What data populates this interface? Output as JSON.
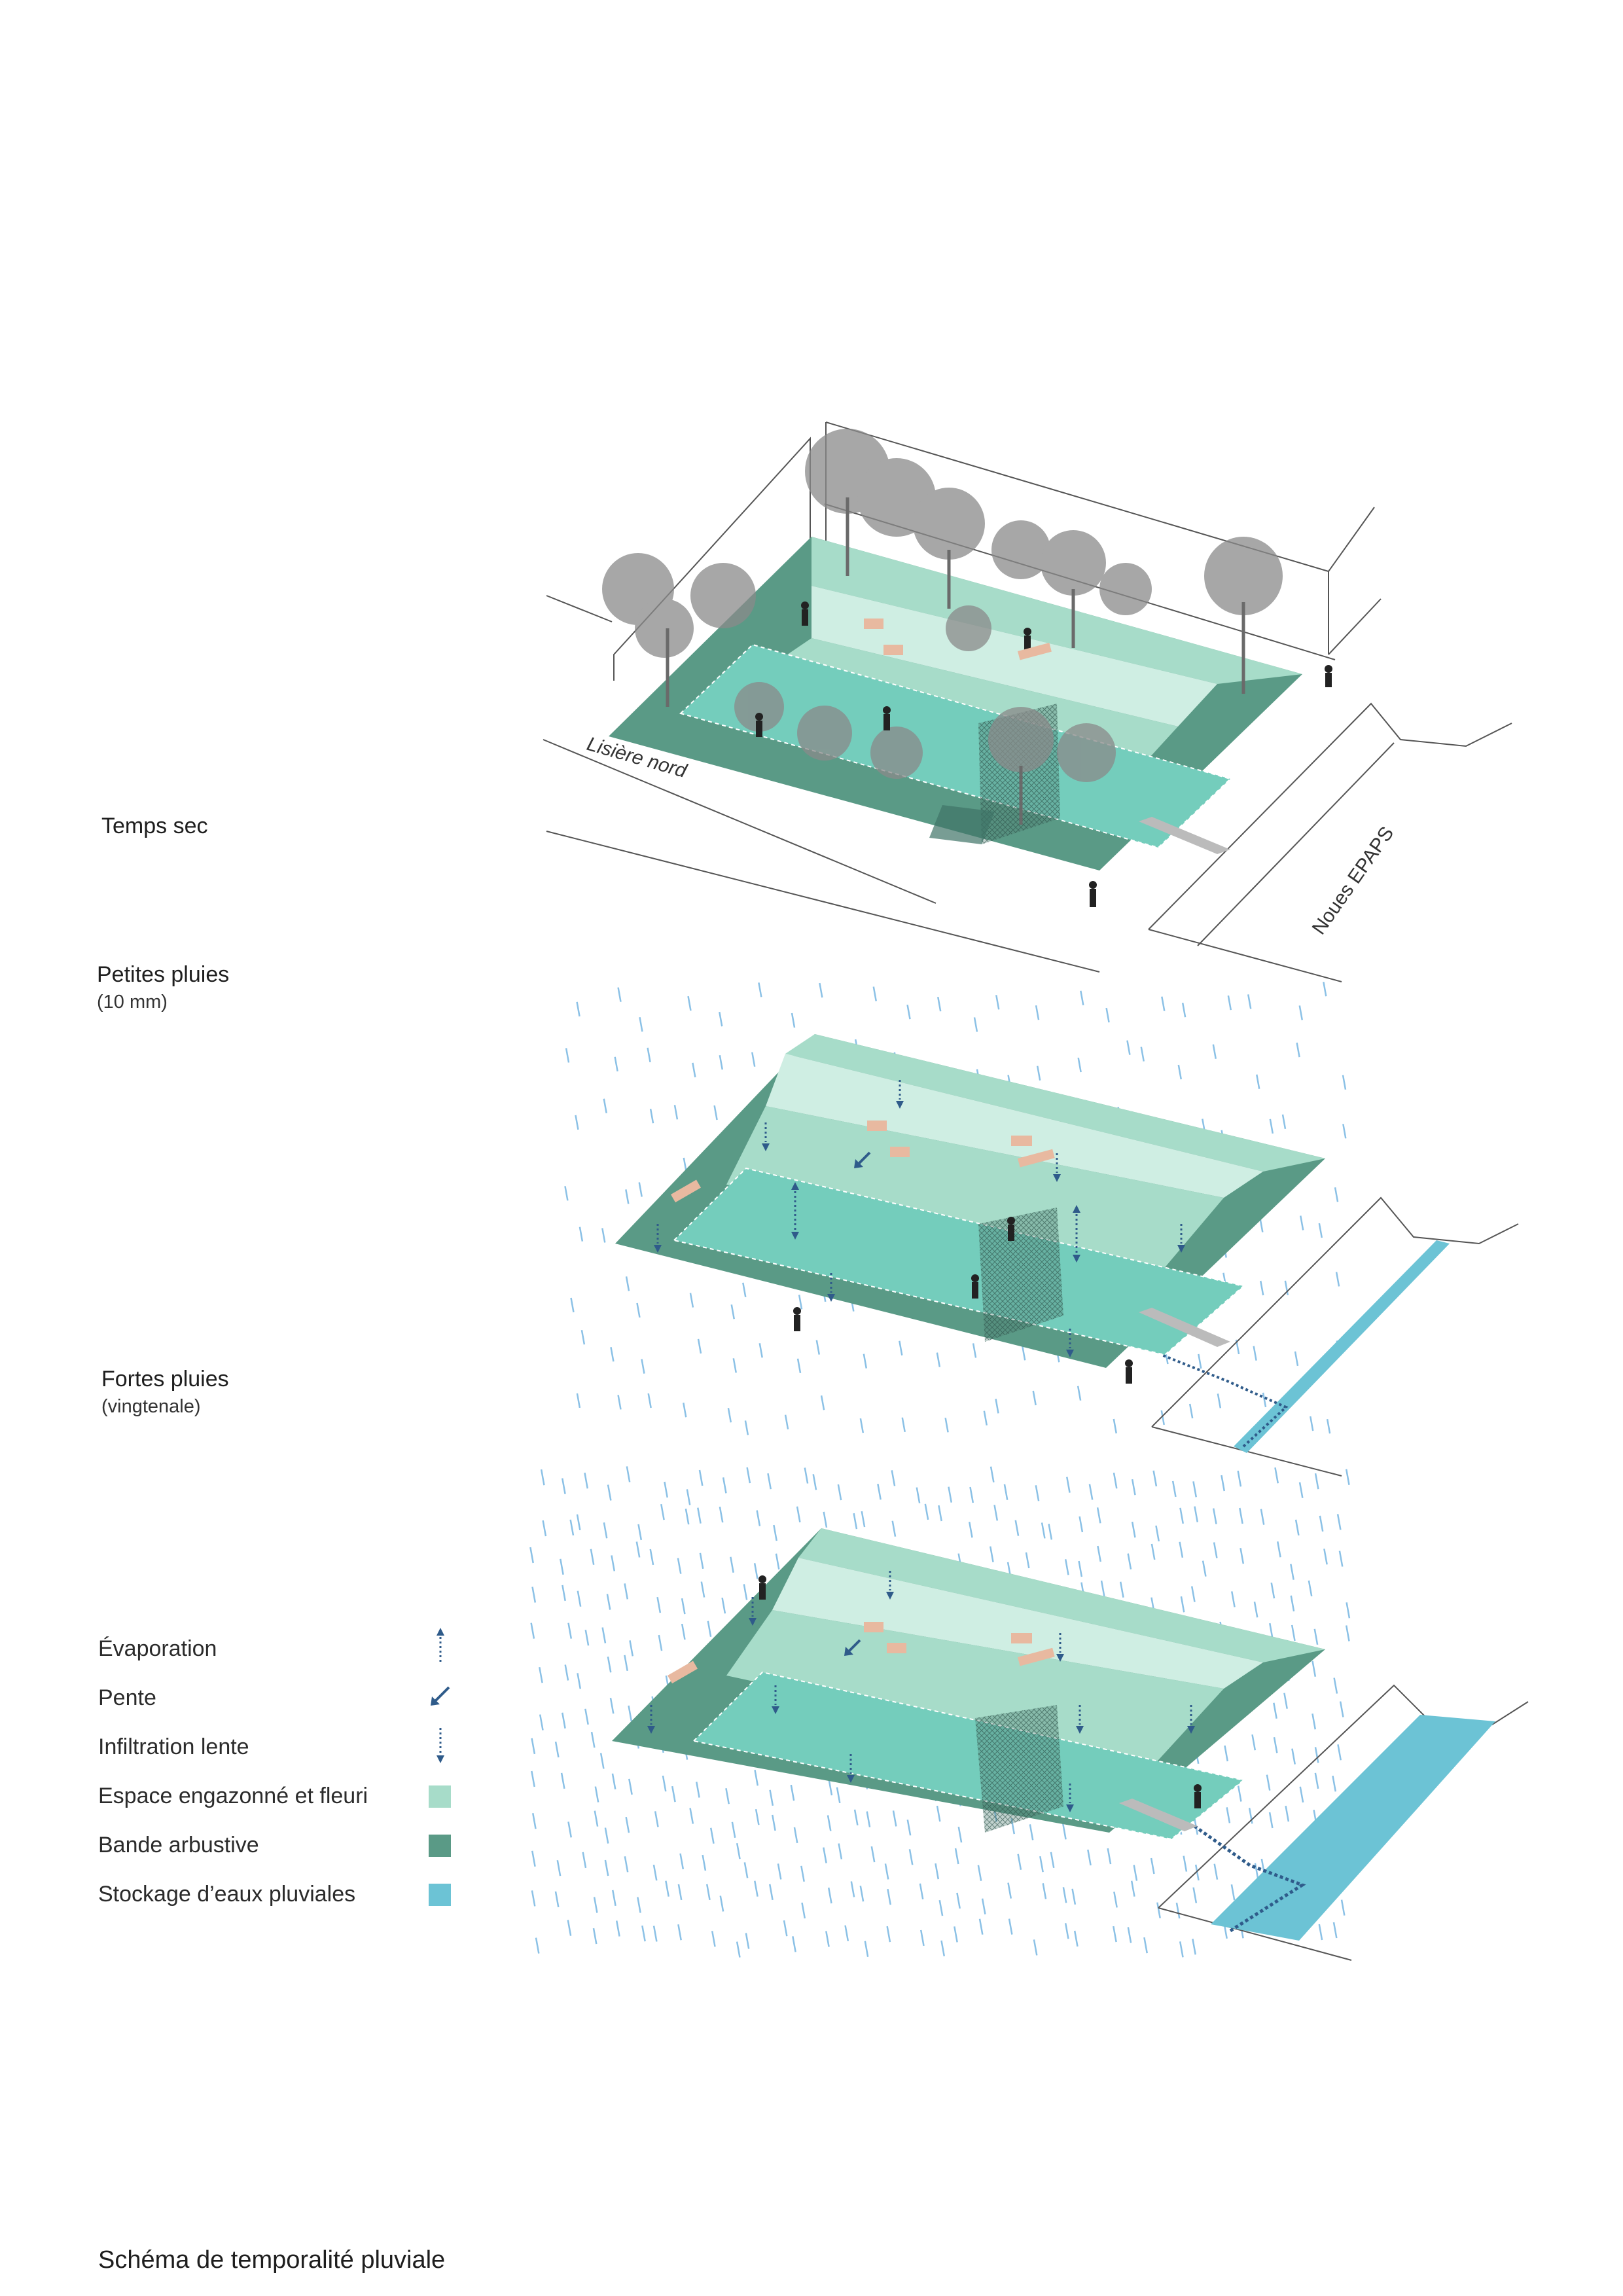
{
  "stages": [
    {
      "id": "dry",
      "title": "Temps sec",
      "subtitle": ""
    },
    {
      "id": "small_rain",
      "title": "Petites pluies",
      "subtitle": "(10 mm)"
    },
    {
      "id": "heavy_rain",
      "title": "Fortes pluies",
      "subtitle": "(vingtenale)"
    }
  ],
  "annotations": {
    "north_edge": "Lisière nord",
    "swales": "Noues EPAPS"
  },
  "legend": [
    {
      "id": "evaporation",
      "label": "Évaporation",
      "icon": "dotted-up-arrow-icon"
    },
    {
      "id": "slope",
      "label": "Pente",
      "icon": "diagonal-arrow-icon"
    },
    {
      "id": "infiltration",
      "label": "Infiltration lente",
      "icon": "dotted-down-arrow-icon"
    },
    {
      "id": "lawn",
      "label": "Espace engazonné et fleuri",
      "color": "#a7dcc9"
    },
    {
      "id": "shrubs",
      "label": "Bande arbustive",
      "color": "#5a9a86"
    },
    {
      "id": "storage",
      "label": "Stockage d’eaux pluviales",
      "color": "#6cc3d5"
    }
  ],
  "colors": {
    "lawn": "#a7dcc9",
    "lawn_light": "#cfeee3",
    "shrubs": "#5a9a86",
    "storage": "#6cc3d5",
    "basin": "#74cdbc",
    "rain": "#6fb2e0",
    "arrow": "#2f5b8a"
  },
  "caption": "Schéma de temporalité pluviale"
}
